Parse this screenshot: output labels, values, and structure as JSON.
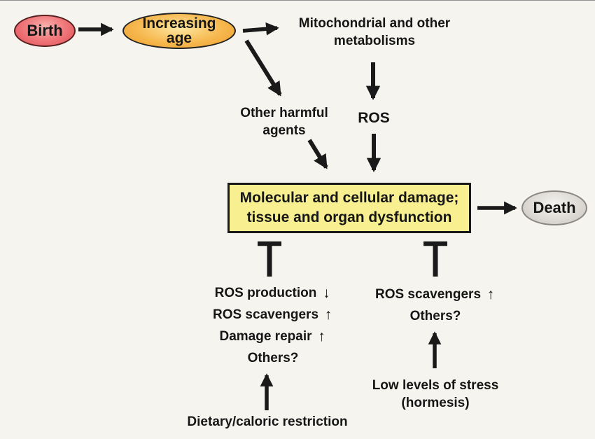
{
  "figure": {
    "title_semantic": "aging-damage-flow-diagram",
    "bg_color": "#f5f4ee",
    "nodes": {
      "birth": {
        "label": "Birth"
      },
      "increasing_age": {
        "line1": "Increasing",
        "line2": "age"
      },
      "mitochondrial": {
        "line1": "Mitochondrial and other",
        "line2": "metabolisms"
      },
      "other_harmful": {
        "line1": "Other harmful",
        "line2": "agents"
      },
      "ros": {
        "label": "ROS"
      },
      "damage_box": {
        "line1": "Molecular and cellular damage;",
        "line2": "tissue and organ dysfunction"
      },
      "death": {
        "label": "Death"
      }
    },
    "protective_left": {
      "lines": [
        {
          "text": "ROS production",
          "icon": "↓"
        },
        {
          "text": "ROS scavengers",
          "icon": "↑"
        },
        {
          "text": "Damage repair",
          "icon": "↑"
        },
        {
          "text": "Others?",
          "icon": ""
        }
      ]
    },
    "protective_right": {
      "lines": [
        {
          "text": "ROS scavengers",
          "icon": "↑"
        },
        {
          "text": "Others?",
          "icon": ""
        }
      ]
    },
    "interventions": {
      "dietary": "Dietary/caloric restriction",
      "hormesis_line1": "Low levels of stress",
      "hormesis_line2": "(hormesis)"
    },
    "colors": {
      "birth_fill": "#ee6a6e",
      "age_fill": "#f2a53c",
      "damage_box_fill": "#f7ef90",
      "death_fill": "#d6d3ce",
      "arrow": "#1a1a1a"
    }
  }
}
